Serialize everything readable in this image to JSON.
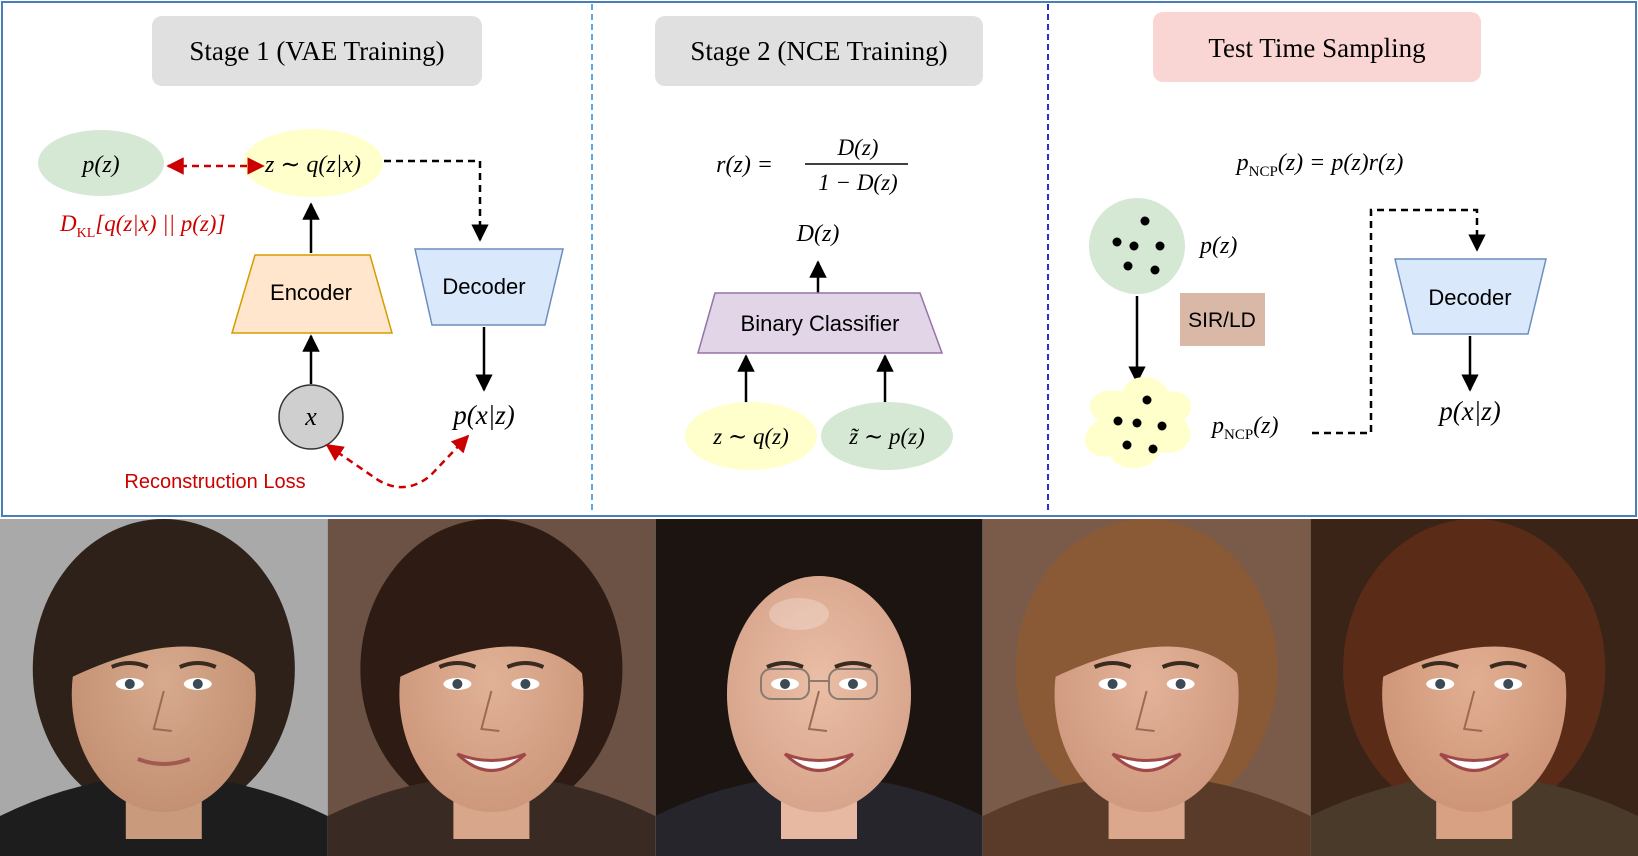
{
  "stages": {
    "stage1_title": "Stage 1 (VAE Training)",
    "stage2_title": "Stage 2 (NCE Training)",
    "test_title": "Test Time Sampling"
  },
  "stage1": {
    "prior": "p(z)",
    "posterior": "z ∼ q(z|x)",
    "kl_term": "D",
    "kl_sub": "KL",
    "kl_rest": "[q(z|x) || p(z)]",
    "encoder": "Encoder",
    "decoder": "Decoder",
    "input": "x",
    "likelihood": "p(x|z)",
    "recon_loss": "Reconstruction Loss"
  },
  "stage2": {
    "ratio_lhs": "r(z) =",
    "ratio_num": "D(z)",
    "ratio_den": "1 − D(z)",
    "disc_output": "D(z)",
    "classifier": "Binary Classifier",
    "sample_q": "z ∼ q(z)",
    "sample_p": "z̃ ∼ p(z)"
  },
  "test": {
    "eq_p": "p",
    "eq_sub": "NCP",
    "eq_rest": "(z) = p(z)r(z)",
    "prior_label": "p(z)",
    "sampler": "SIR/LD",
    "ncp_p": "p",
    "ncp_sub": "NCP",
    "ncp_rest": "(z)",
    "decoder": "Decoder",
    "likelihood": "p(x|z)"
  },
  "colors": {
    "frame": "#4a7ebb",
    "divider1": "#5fa8e8",
    "divider2": "#2a2ad0",
    "title_gray": "#e0e0e0",
    "title_pink": "#f9d6d3",
    "green": "#d5e8d4",
    "yellow": "#ffffcc",
    "encoder_fill": "#ffe6cc",
    "encoder_stroke": "#d79b00",
    "decoder_fill": "#dae8fc",
    "decoder_stroke": "#6c8ebf",
    "classifier_fill": "#e1d5e7",
    "classifier_stroke": "#9673a6",
    "sampler_fill": "#d9b8a8",
    "red": "#cc0000"
  },
  "faces": [
    {
      "name": "face-man-dark-hair",
      "bg": "#a9a9a9",
      "skin": "#c99a7c",
      "hair": "#2d2119",
      "cloth": "#1d1d1d"
    },
    {
      "name": "face-woman-bangs-smile",
      "bg": "#6b5244",
      "skin": "#d8a68a",
      "hair": "#2e1c14",
      "cloth": "#3a2a24"
    },
    {
      "name": "face-bald-man-glasses",
      "bg": "#1c1410",
      "skin": "#e7b9a2",
      "hair": "#e7b9a2",
      "cloth": "#25252b"
    },
    {
      "name": "face-woman-brown-bangs",
      "bg": "#7a5a48",
      "skin": "#dba88e",
      "hair": "#8a5a36",
      "cloth": "#5a3a28"
    },
    {
      "name": "face-woman-curly-hair",
      "bg": "#3a2418",
      "skin": "#d9a183",
      "hair": "#5a2c18",
      "cloth": "#4a3a2a"
    }
  ]
}
